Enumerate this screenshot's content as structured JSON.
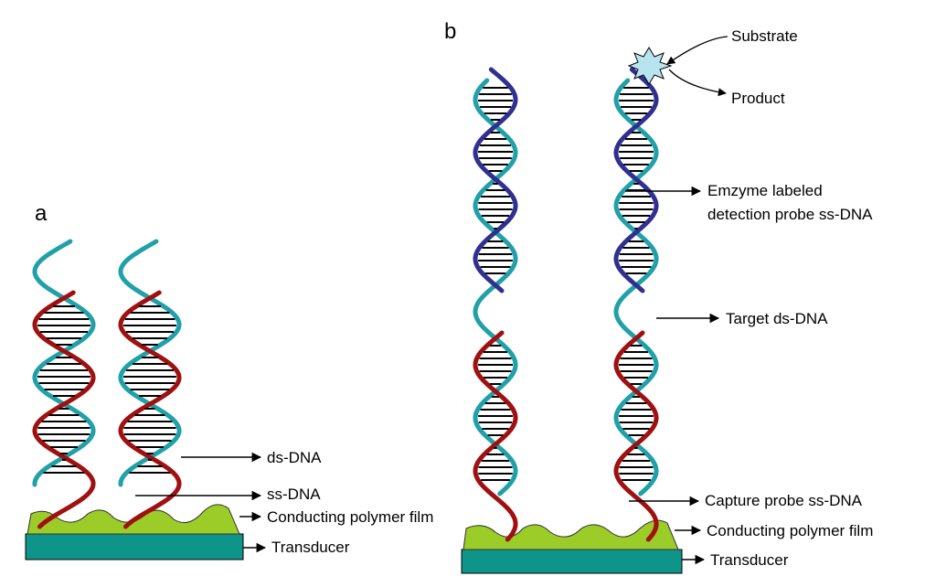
{
  "panels": {
    "a": {
      "letter": "a",
      "labels": {
        "ds_dna": "ds-DNA",
        "ss_dna": "ss-DNA",
        "film": "Conducting polymer film",
        "transducer": "Transducer"
      }
    },
    "b": {
      "letter": "b",
      "labels": {
        "substrate": "Substrate",
        "product": "Product",
        "enzyme_line1": "Emzyme labeled",
        "enzyme_line2": "detection probe ss-DNA",
        "target": "Target ds-DNA",
        "capture": "Capture probe ss-DNA",
        "film": "Conducting polymer film",
        "transducer": "Transducer"
      }
    }
  },
  "colors": {
    "probe_strand": "#a01010",
    "target_strand": "#20a0a8",
    "enzyme_strand": "#303090",
    "film": "#9ccc28",
    "transducer": "#0e9488",
    "enzyme_label": "#b8e4f0"
  }
}
